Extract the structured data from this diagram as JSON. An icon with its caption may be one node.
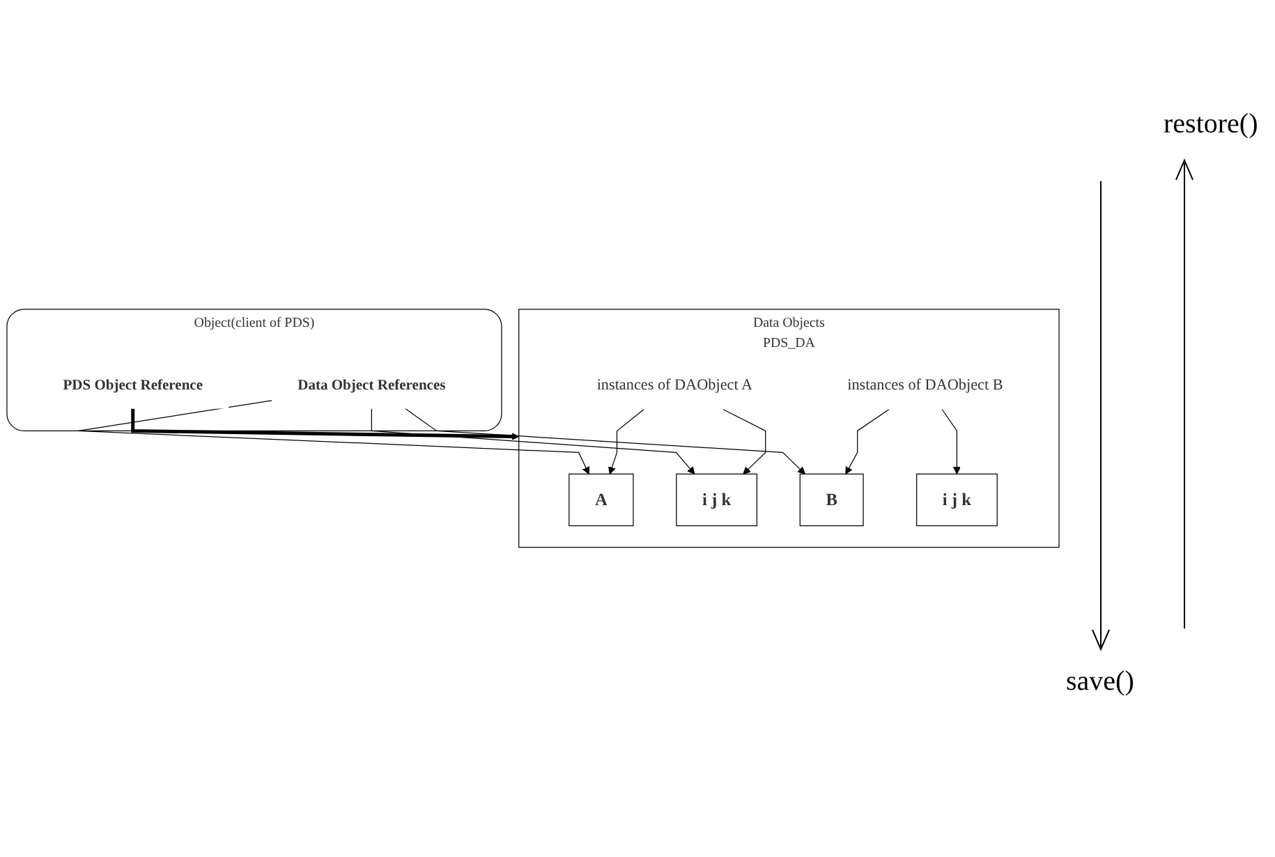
{
  "diagram": {
    "nodes": [
      {
        "text": [
          "Object(client of PDS)"
        ]
      },
      {
        "text": [
          "Data Object References"
        ],
        "in": 0
      },
      {
        "text": [
          "PDS Object Reference"
        ],
        "in": 0
      },
      {
        "text": [
          "Data Objects",
          "PDS_DA"
        ]
      },
      {
        "text": [
          "A"
        ],
        "in": 3
      },
      {
        "text": [
          "i j k"
        ],
        "in": 3
      },
      {
        "text": [
          "B"
        ],
        "in": 3
      },
      {
        "text": [
          "i j k"
        ],
        "in": 3
      },
      {
        "text": [
          "instances of DAObject A"
        ],
        "in": 3
      },
      {
        "text": [
          "instances of DAObject B"
        ],
        "in": 3
      }
    ],
    "edges": [
      {
        "from": 1,
        "to": 4,
        "arrow": "to"
      },
      {
        "from": 1,
        "to": 5,
        "arrow": "to"
      },
      {
        "from": 1,
        "to": 6,
        "arrow": "to"
      },
      {
        "from": 2,
        "to": 3,
        "arrow": "to",
        "style": "thick"
      },
      {
        "from": 8,
        "to": 4,
        "arrow": "to"
      },
      {
        "from": 8,
        "to": 5,
        "arrow": "to"
      },
      {
        "from": 9,
        "to": 6,
        "arrow": "to"
      },
      {
        "from": 9,
        "to": 7,
        "arrow": "to"
      }
    ],
    "labels": [
      "restore()",
      "save()"
    ]
  }
}
